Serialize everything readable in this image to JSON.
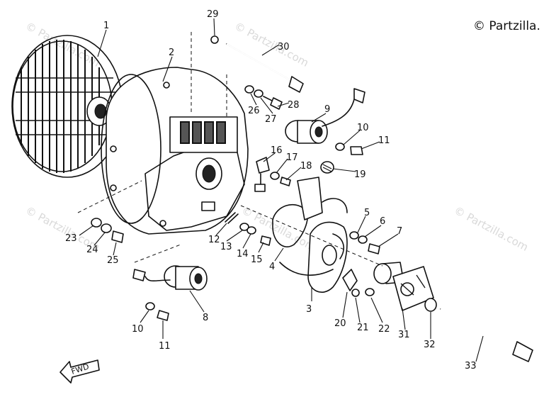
{
  "copyright": "© Partzilla.",
  "watermark": "© Partzilla.com",
  "fwd_label": "FWD",
  "callouts": [
    {
      "id": "c1",
      "label": "1"
    },
    {
      "id": "c2",
      "label": "2"
    },
    {
      "id": "c3",
      "label": "3"
    },
    {
      "id": "c4",
      "label": "4"
    },
    {
      "id": "c5",
      "label": "5"
    },
    {
      "id": "c6",
      "label": "6"
    },
    {
      "id": "c7",
      "label": "7"
    },
    {
      "id": "c8",
      "label": "8"
    },
    {
      "id": "c9",
      "label": "9"
    },
    {
      "id": "c10a",
      "label": "10"
    },
    {
      "id": "c10b",
      "label": "10"
    },
    {
      "id": "c11a",
      "label": "11"
    },
    {
      "id": "c11b",
      "label": "11"
    },
    {
      "id": "c12",
      "label": "12"
    },
    {
      "id": "c13",
      "label": "13"
    },
    {
      "id": "c14",
      "label": "14"
    },
    {
      "id": "c15",
      "label": "15"
    },
    {
      "id": "c16",
      "label": "16"
    },
    {
      "id": "c17",
      "label": "17"
    },
    {
      "id": "c18",
      "label": "18"
    },
    {
      "id": "c19",
      "label": "19"
    },
    {
      "id": "c20",
      "label": "20"
    },
    {
      "id": "c21",
      "label": "21"
    },
    {
      "id": "c22",
      "label": "22"
    },
    {
      "id": "c23",
      "label": "23"
    },
    {
      "id": "c24",
      "label": "24"
    },
    {
      "id": "c25",
      "label": "25"
    },
    {
      "id": "c26",
      "label": "26"
    },
    {
      "id": "c27",
      "label": "27"
    },
    {
      "id": "c28",
      "label": "28"
    },
    {
      "id": "c29",
      "label": "29"
    },
    {
      "id": "c30",
      "label": "30"
    },
    {
      "id": "c31",
      "label": "31"
    },
    {
      "id": "c32",
      "label": "32"
    },
    {
      "id": "c33",
      "label": "33"
    }
  ]
}
